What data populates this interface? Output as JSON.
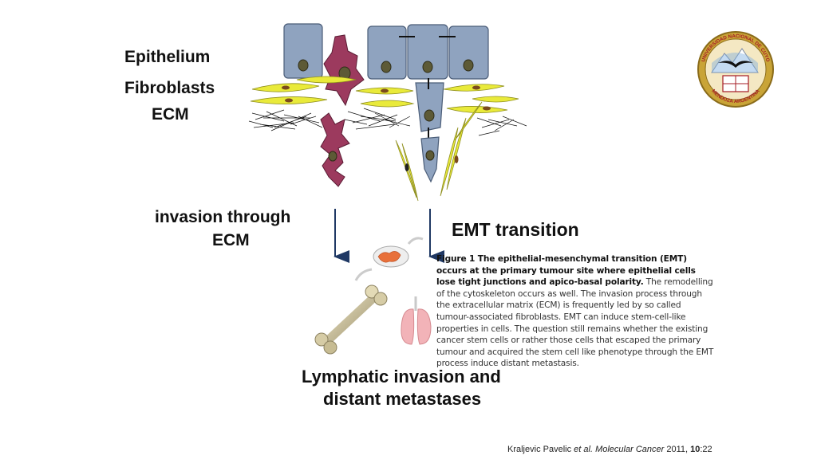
{
  "labels": {
    "epithelium": "Epithelium",
    "fibroblasts": "Fibroblasts",
    "ecm": "ECM",
    "invasion_line1": "invasion through",
    "invasion_line2": "ECM",
    "emt": "EMT transition",
    "lymphatic_line1": "Lymphatic invasion and",
    "lymphatic_line2": "distant metastases"
  },
  "caption": {
    "bold_lead": "Figure 1 The epithelial-mesenchymal transition (EMT) occurs at the primary tumour site where epithelial cells lose tight junctions and apico-basal polarity.",
    "body": " The remodelling of the cytoskeleton occurs as well. The invasion process through the extracellular matrix (ECM) is frequently led by so called tumour-associated fibroblasts. EMT can induce stem-cell-like properties in cells. The question still remains whether the existing cancer stem cells or rather those cells that escaped the primary tumour and acquired the stem cell like phenotype through the EMT process induce distant metastasis."
  },
  "citation": {
    "authors": "Kraljevic Pavelic",
    "etal": "et al.",
    "journal": "Molecular Cancer",
    "year": "2011,",
    "volume": "10",
    "page": ":22"
  },
  "logo": {
    "top_text": "UNIVERSIDAD NACIONAL DE CUYO",
    "bottom_text": "MENDOZA ARGENTINA"
  },
  "colors": {
    "epithelial_cell": "#8fa3bf",
    "nucleus": "#5d5a36",
    "fibroblast": "#e9ea3a",
    "invasive_cell": "#9c3a5e",
    "arrow": "#1f3864",
    "seal_gold": "#c9a437",
    "seal_red": "#a51c24"
  }
}
